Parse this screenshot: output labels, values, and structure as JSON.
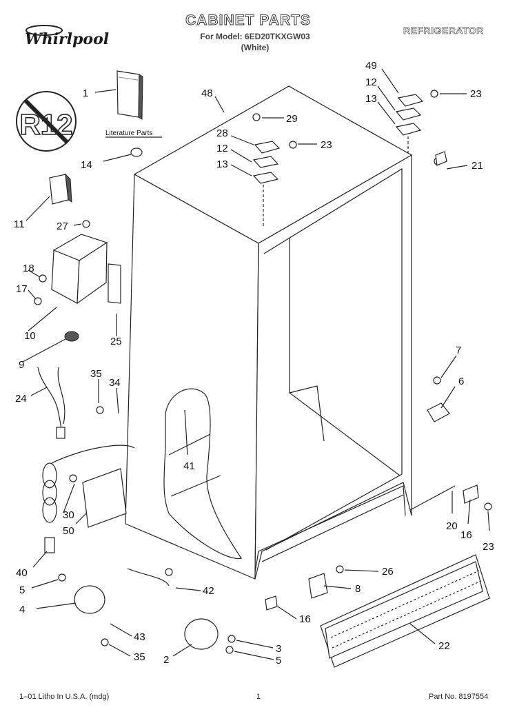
{
  "header": {
    "brand": "Whirlpool",
    "title": "CABINET PARTS",
    "model_line": "For Model: 6ED20TKXGW03",
    "variant": "(White)",
    "category": "REFRIGERATOR"
  },
  "badge": {
    "text": "R12",
    "icon": "no-r12-icon"
  },
  "literature_label": "Literature Parts",
  "callouts": {
    "c1": "1",
    "c48": "48",
    "c49": "49",
    "c12a": "12",
    "c13a": "13",
    "c23a": "23",
    "c29": "29",
    "c28": "28",
    "c12b": "12",
    "c23b": "23",
    "c13b": "13",
    "c14": "14",
    "c21": "21",
    "c11": "11",
    "c27": "27",
    "c18": "18",
    "c17": "17",
    "c10": "10",
    "c25": "25",
    "c9": "9",
    "c35a": "35",
    "c34": "34",
    "c24": "24",
    "c41": "41",
    "c7": "7",
    "c6": "6",
    "c30": "30",
    "c50": "50",
    "c40": "40",
    "c20": "20",
    "c16a": "16",
    "c23c": "23",
    "c26": "26",
    "c8": "8",
    "c5a": "5",
    "c42": "42",
    "c4": "4",
    "c16b": "16",
    "c43": "43",
    "c35b": "35",
    "c22": "22",
    "c3": "3",
    "c2": "2",
    "c5b": "5"
  },
  "footer": {
    "print_info": "1–01 Litho In U.S.A. (mdg)",
    "page": "1",
    "part_no": "Part No. 8197554"
  }
}
